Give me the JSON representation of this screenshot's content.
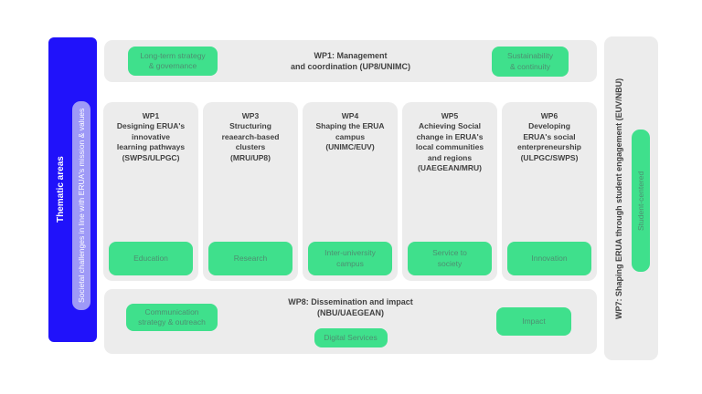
{
  "palette": {
    "blue": "#2012fa",
    "purple": "#9e99f7",
    "green": "#3fe08c",
    "panel_gray": "#ececec",
    "title_text": "#414141",
    "badge_text": "#4d8f71",
    "white": "#ffffff"
  },
  "left_bar": {
    "label": "Thematic areas",
    "badge": "Societal challenges in line with ERUA's mission & values"
  },
  "top_panel": {
    "title": "WP1: Management\nand coordination (UP8/UNIMC)",
    "left_badge": "Long-term strategy\n& governance",
    "right_badge": "Sustainability\n& continuity"
  },
  "columns": [
    {
      "title": "WP1\nDesigning ERUA's\ninnovative\nlearning pathways\n(SWPS/ULPGC)",
      "badge": "Education"
    },
    {
      "title": "WP3\nStructuring\nreaearch-based\nclusters\n(MRU/UP8)",
      "badge": "Research"
    },
    {
      "title": "WP4\nShaping the ERUA\ncampus\n(UNIMC/EUV)",
      "badge": "Inter-university\ncampus"
    },
    {
      "title": "WP5\nAchieving Social\nchange in ERUA's\nlocal communities\nand regions\n(UAEGEAN/MRU)",
      "badge": "Service to\nsociety"
    },
    {
      "title": "WP6\nDeveloping\nERUA's social\nenterpreneurship\n(ULPGC/SWPS)",
      "badge": "Innovation"
    }
  ],
  "bottom_panel": {
    "title": "WP8: Dissemination and impact\n(NBU/UAEGEAN)",
    "left_badge": "Communication\nstrategy & outreach",
    "center_badge": "Digital Services",
    "right_badge": "Impact"
  },
  "right_bar": {
    "title": "WP7: Shaping ERUA through student engagement (EUV/NBU)",
    "badge": "Student-centered"
  }
}
